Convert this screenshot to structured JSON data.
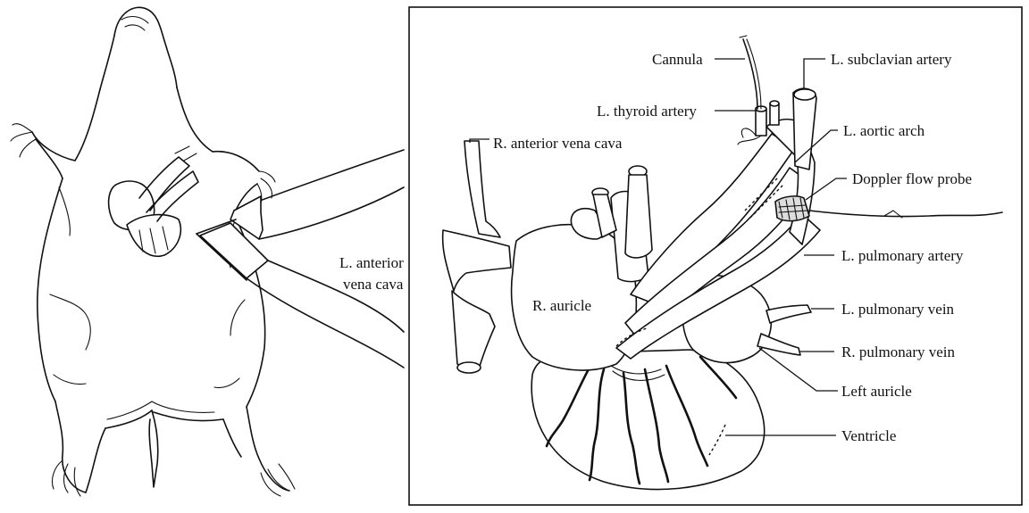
{
  "labels": {
    "cannula": "Cannula",
    "l_subclavian_artery": "L. subclavian artery",
    "l_thyroid_artery": "L. thyroid artery",
    "l_aortic_arch": "L. aortic arch",
    "r_anterior_vena_cava": "R. anterior vena cava",
    "doppler_flow_probe": "Doppler flow probe",
    "l_anterior_vena_cava_line1": "L. anterior",
    "l_anterior_vena_cava_line2": "vena cava",
    "l_pulmonary_artery": "L. pulmonary artery",
    "r_auricle": "R. auricle",
    "l_pulmonary_vein": "L. pulmonary vein",
    "r_pulmonary_vein": "R. pulmonary vein",
    "left_auricle": "Left auricle",
    "ventricle": "Ventricle"
  }
}
